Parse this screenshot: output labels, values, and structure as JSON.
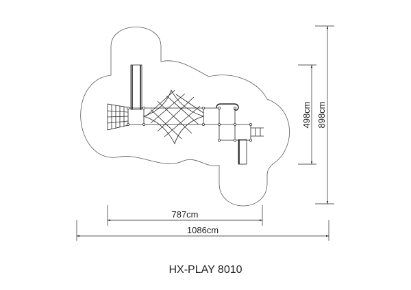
{
  "title": "HX-PLAY 8010",
  "dimensions": {
    "width_inner": "787cm",
    "width_outer": "1086cm",
    "height_inner": "498cm",
    "height_outer": "898cm"
  }
}
